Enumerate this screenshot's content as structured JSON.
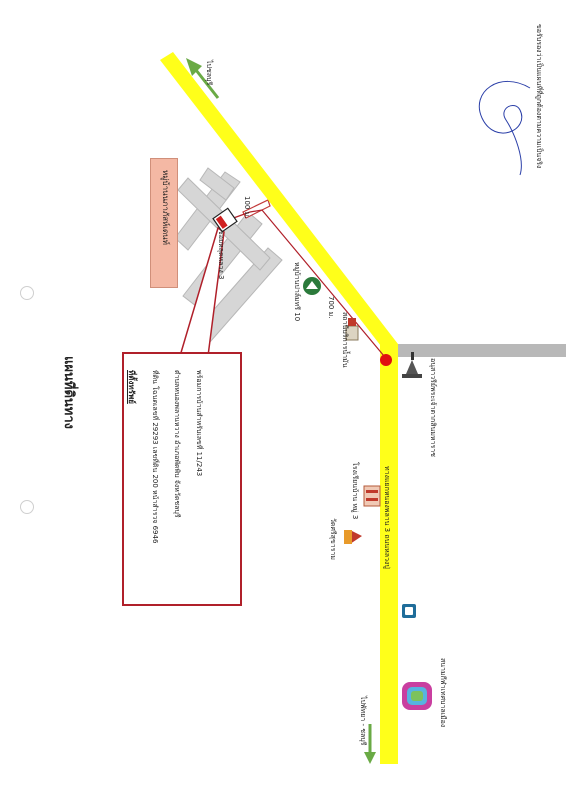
{
  "title": "แผนที่ดินทาง",
  "property_info": {
    "heading": "ที่ตั้งทรัพย์",
    "line1": "ที่ดิน โฉนดเลขที่ 29293 เลขที่ดิน 200 หน้าสำรวจ 6946",
    "line2": "ตำบลหนองพลานหวาง อำเภอพัดพิบ จังหวัดชลบุรี",
    "line3": "พร้อมการบ้านสำหรับเลขที่ 11/243"
  },
  "landmarks": {
    "village_name": "หมู่บ้านนภาภัสห์เดนท์",
    "soi_label": "ซอยหลุดหลวง 3",
    "dist_100": "100 ม.",
    "dist_700": "700 ม.",
    "village_10": "หมู่บ้านปาล์มทรี 10",
    "gas_station": "สถานีบริการน้ำมัน",
    "roundabout_note": "ทางแยกหนองพลาน 3 ถนนหลวงปู่",
    "school": "โรงเรียนบ้าน หมู่ 3",
    "temple": "วัดศรีสุขาราม",
    "monument": "อนุสาวรีย์พระเจ้าตากสินมหาราช",
    "stadium": "สนามกีฬาเทศบาลเมือง",
    "direction_top": "ไปชลบุรี",
    "direction_bottom": "ไปพัทยา - ชลบุรี",
    "signature_note": "ขอรับรองว่าเป็นแผนที่ที่ถูกต้องตามความเป็นจริง"
  },
  "colors": {
    "main_road": "#ffff1a",
    "route_line": "#b0202a",
    "side_road": "#c9c9c9",
    "arrow": "#6aaa45"
  }
}
